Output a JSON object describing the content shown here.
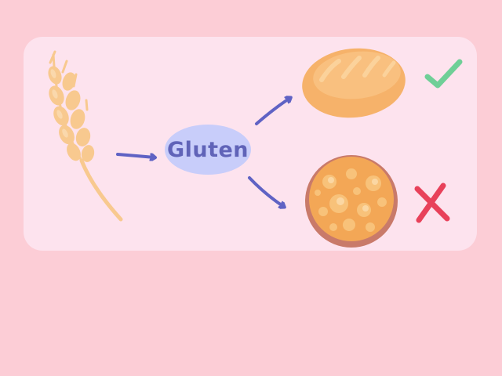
{
  "diagram": {
    "center_label": "Gluten",
    "nodes": [
      {
        "id": "wheat",
        "icon": "wheat-icon"
      },
      {
        "id": "gluten",
        "label_ref": "center_label"
      },
      {
        "id": "bread",
        "icon": "bread-loaf-icon",
        "result_icon": "checkmark-icon"
      },
      {
        "id": "flatbread",
        "icon": "flatbread-icon",
        "result_icon": "cross-icon"
      }
    ],
    "edges": [
      {
        "from": "wheat",
        "to": "gluten"
      },
      {
        "from": "gluten",
        "to": "bread"
      },
      {
        "from": "gluten",
        "to": "flatbread"
      }
    ],
    "colors": {
      "background": "#fccdd6",
      "panel": "#fde3ee",
      "arrow": "#5f62c4",
      "gluten_bubble": "#c8cdfa",
      "gluten_text": "#6063b8",
      "wheat": "#f8c98f",
      "bread": "#f6b26a",
      "check": "#6fcf97",
      "cross": "#e8415a",
      "flatbread_rim": "#c97a6a"
    }
  }
}
